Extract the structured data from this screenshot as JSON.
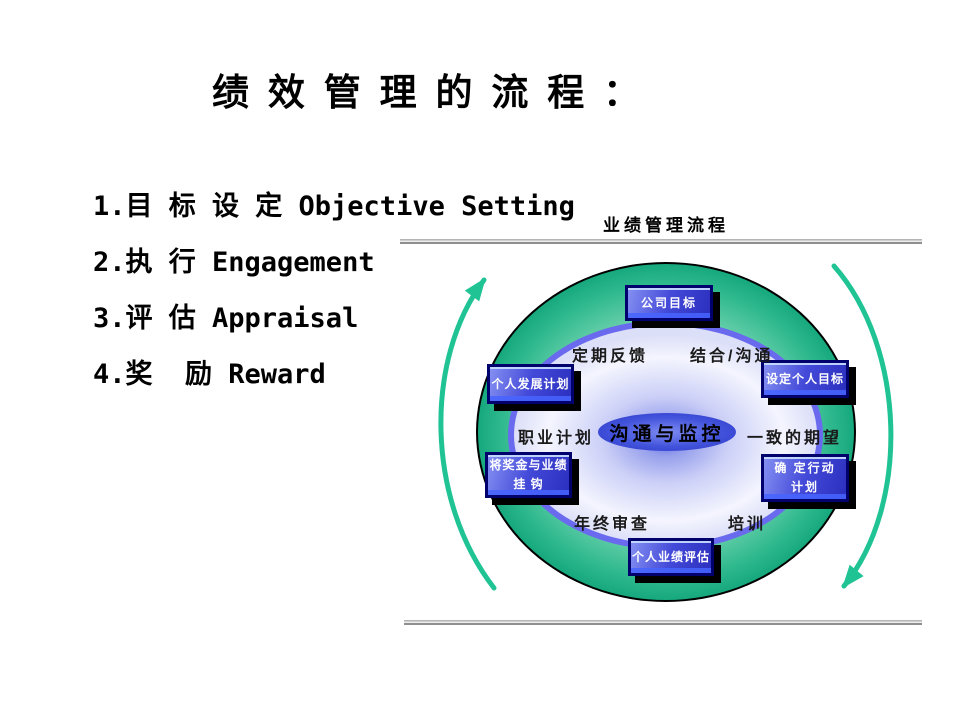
{
  "slide": {
    "title": "绩 效 管 理 的 流 程 ：",
    "list_items": [
      "1.目 标 设 定 Objective Setting",
      "2.执 行 Engagement",
      "3.评 估 Appraisal",
      "4.奖  励 Reward"
    ]
  },
  "diagram": {
    "caption": "业绩管理流程",
    "center_label": "沟通与监控",
    "boxes": [
      {
        "name": "company-goal",
        "lines": [
          "公司目标"
        ]
      },
      {
        "name": "set-personal-goal",
        "lines": [
          "设定个人目标"
        ]
      },
      {
        "name": "action-plan",
        "lines": [
          "确 定行动",
          "计划"
        ]
      },
      {
        "name": "personal-eval",
        "lines": [
          "个人业绩评估"
        ]
      },
      {
        "name": "bonus-link",
        "lines": [
          "将奖金与业绩",
          "挂 钩"
        ]
      },
      {
        "name": "personal-dev",
        "lines": [
          "个人发展计划"
        ]
      }
    ],
    "ring_labels": [
      "定期反馈",
      "结合/沟通",
      "职业计划",
      "一致的期望",
      "年终审查",
      "培训"
    ],
    "colors": {
      "arrow_green": "#1fc394",
      "outer_ellipse_green": "#2eb88d",
      "box_fill_blue": "#3a3fd0",
      "box_border_navy": "#01016e",
      "inner_ring_violet": "#6a6aee",
      "center_ellipse_blue": "#4354dc"
    }
  }
}
